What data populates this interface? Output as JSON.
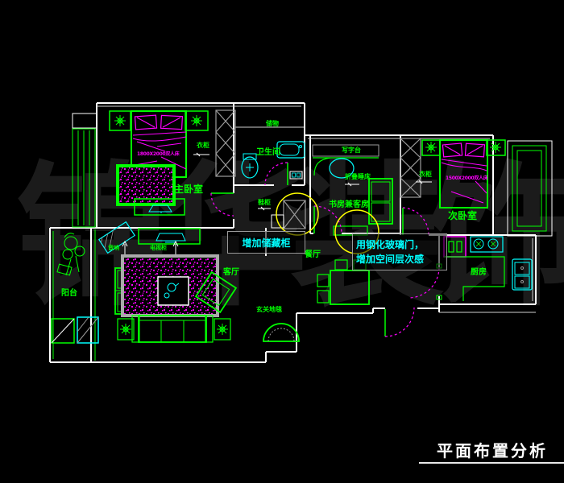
{
  "watermark": "锦华装饰",
  "title": "平面布置分析",
  "rooms": {
    "master_bedroom": {
      "label": "主卧室",
      "bed_spec": "1800X2000双人床",
      "closet": "衣柜"
    },
    "second_bedroom": {
      "label": "次卧室",
      "bed_spec": "1500X2000双人床",
      "closet": "衣柜"
    },
    "study": {
      "label": "书房兼客房",
      "desk": "写字台",
      "folding_bed": "折叠睡床"
    },
    "bathroom": {
      "label": "卫生间",
      "storage": "储物"
    },
    "kitchen": {
      "label": "厨房"
    },
    "dining": {
      "label": "餐厅"
    },
    "living": {
      "label": "客厅",
      "tv_cabinet": "电视柜",
      "speaker": "音响"
    },
    "balcony": {
      "label": "阳台"
    },
    "entry": {
      "shoe_cabinet": "鞋柜",
      "mat": "玄关地毯"
    }
  },
  "annotations": {
    "storage_note": "增加储藏柜",
    "glass_door_note_line1": "用钢化玻璃门，",
    "glass_door_note_line2": "增加空间层次感"
  },
  "colors": {
    "background": "#000000",
    "wall": "#ffffff",
    "furniture": "#00ff00",
    "fixture": "#00ffff",
    "soft_furnishing": "#ff00ff",
    "revision_circle": "#ffff00",
    "hatch": "#9c9c9c",
    "watermark": "#1b1b1b",
    "note_text": "#00ffff",
    "title_text": "#ffffff"
  }
}
